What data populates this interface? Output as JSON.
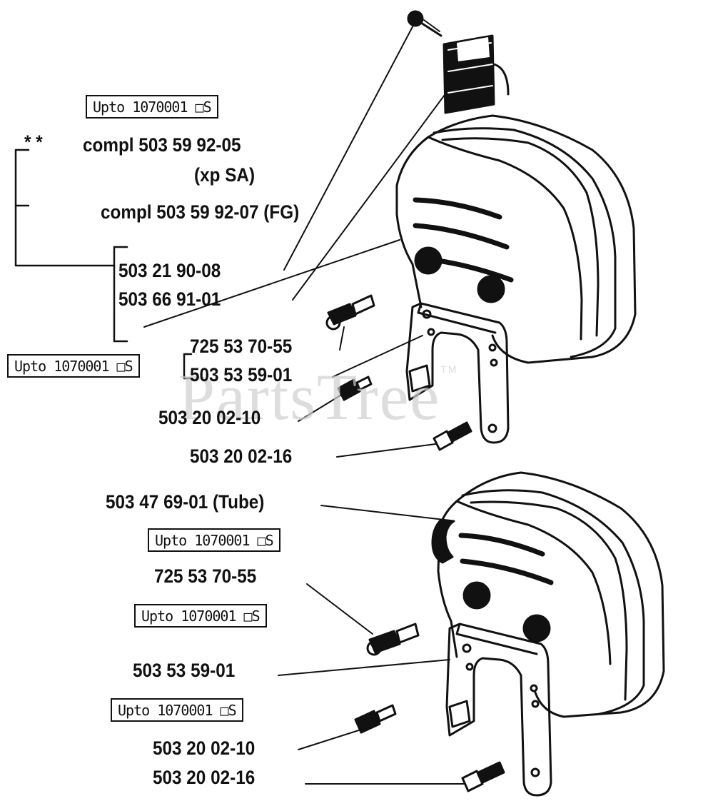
{
  "watermark": {
    "text": "PartsTree",
    "tm": "TM"
  },
  "serial_box_text": "Upto 1070001 □S",
  "upper": {
    "asterisks": "*    *",
    "compl_1": "compl 503 59 92-05",
    "compl_1_sub": "(xp SA)",
    "compl_2": "compl 503 59 92-07 (FG)",
    "part_1": "503 21 90-08",
    "part_2": "503 66 91-01",
    "part_3": "725 53 70-55",
    "part_4": "503 53 59-01",
    "part_5": "503 20 02-10",
    "part_6": "503 20 02-16"
  },
  "lower": {
    "tube": "503 47 69-01 (Tube)",
    "part_1": "725 53 70-55",
    "part_2": "503 53 59-01",
    "part_3": "503 20 02-10",
    "part_4": "503 20 02-16"
  },
  "colors": {
    "ink": "#111111",
    "paper": "#ffffff",
    "watermark": "#cfcfcf"
  }
}
